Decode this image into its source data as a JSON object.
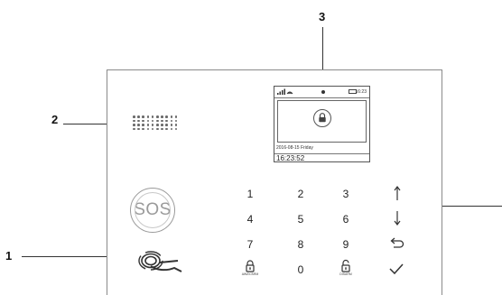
{
  "callouts": {
    "c1": "1",
    "c2": "2",
    "c3": "3"
  },
  "screen": {
    "date": "2016-08-15 Friday",
    "time": "16:23:52",
    "battery_text": "16:23"
  },
  "sos_label": "SOS",
  "keypad": {
    "k1": "1",
    "k2": "2",
    "k3": "3",
    "k4": "4",
    "k5": "5",
    "k6": "6",
    "k7": "7",
    "k8": "8",
    "k9": "9",
    "k0": "0"
  },
  "icons": {
    "arm": "lock-closed-icon",
    "disarm": "lock-open-icon",
    "up": "arrow-up-icon",
    "down": "arrow-down-icon",
    "back": "return-arrow-icon",
    "confirm": "checkmark-icon",
    "rfid": "rfid-card-icon",
    "speaker": "speaker-grille-icon"
  },
  "key_sublabels": {
    "arm": "AWAY/ARM",
    "disarm": "DISARM"
  },
  "colors": {
    "outline": "#8a8a8a",
    "text": "#222222"
  }
}
